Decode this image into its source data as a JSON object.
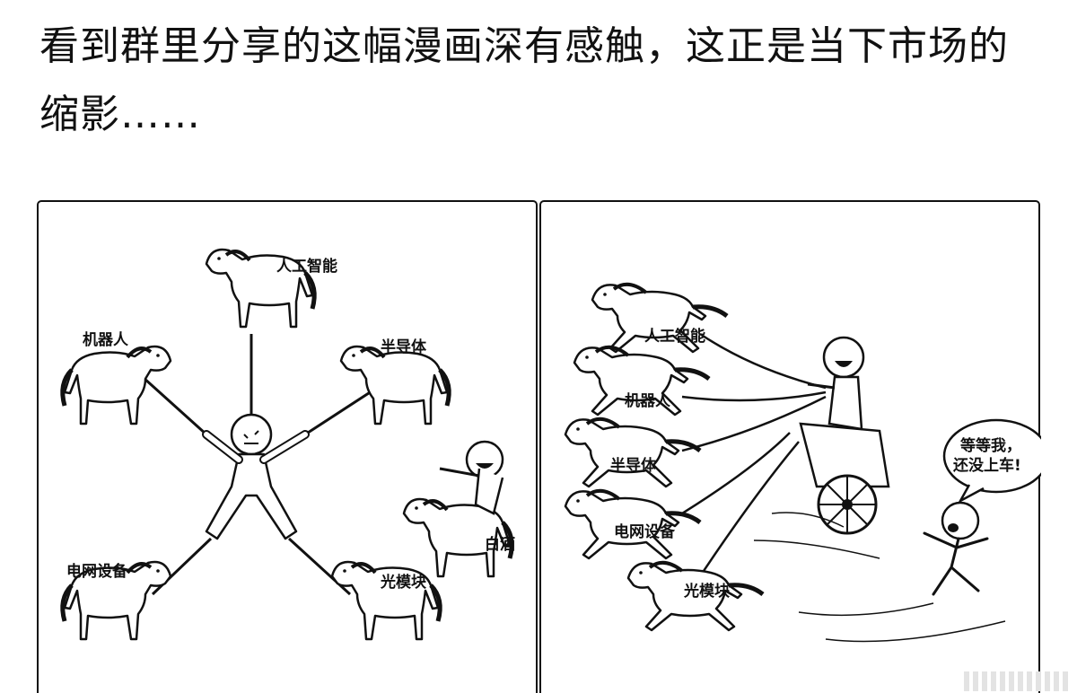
{
  "post": {
    "text": "看到群里分享的这幅漫画深有感触，这正是当下市场的缩影……"
  },
  "comic": {
    "left_panel": {
      "labels": {
        "ai": "人工智能",
        "robot": "机器人",
        "semi": "半导体",
        "grid": "电网设备",
        "optical": "光模块",
        "liquor": "白酒"
      }
    },
    "right_panel": {
      "labels": {
        "ai": "人工智能",
        "robot": "机器人",
        "semi": "半导体",
        "grid": "电网设备",
        "optical": "光模块"
      },
      "speech_line1": "等等我，",
      "speech_line2": "还没上车!"
    }
  },
  "icons": {
    "horse": "horse-icon",
    "stick_figure": "stick-figure-icon",
    "chariot": "chariot-icon"
  }
}
